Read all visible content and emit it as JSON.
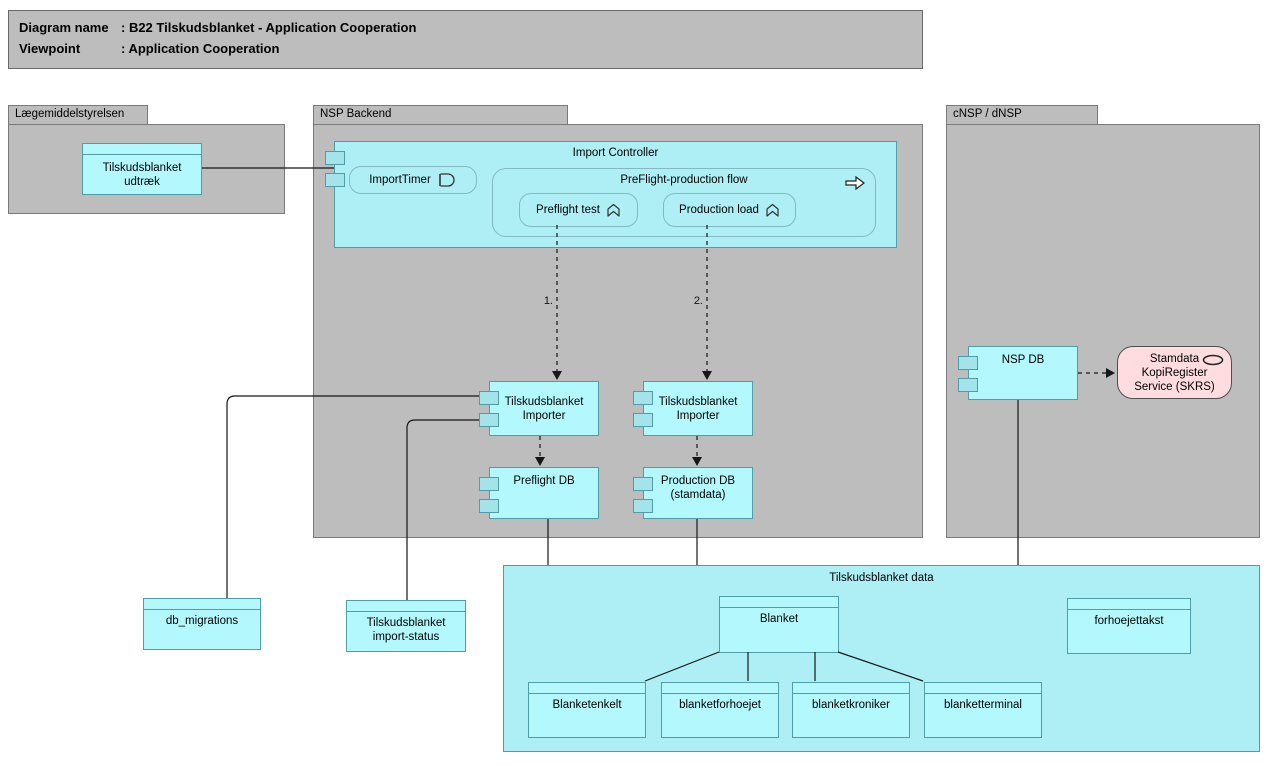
{
  "title_block": {
    "rows": [
      {
        "label": "Diagram name",
        "value": ": B22 Tilskudsblanket - Application Cooperation"
      },
      {
        "label": "Viewpoint",
        "value": ": Application Cooperation"
      }
    ]
  },
  "groups": {
    "laegemiddelstyrelsen": {
      "label": "Lægemiddelstyrelsen"
    },
    "nsp_backend": {
      "label": "NSP Backend"
    },
    "cnsp_dnsp": {
      "label": "cNSP / dNSP"
    }
  },
  "nodes": {
    "tilskudsblanket_udtraek": {
      "lines": [
        "Tilskudsblanket",
        "udtræk"
      ]
    },
    "import_controller": {
      "label": "Import Controller"
    },
    "import_timer": {
      "label": "ImportTimer"
    },
    "preflight_production_flow": {
      "label": "PreFlight-production flow"
    },
    "preflight_test": {
      "label": "Preflight test"
    },
    "production_load": {
      "label": "Production load"
    },
    "importer_preflight": {
      "lines": [
        "Tilskudsblanket",
        "Importer"
      ]
    },
    "importer_production": {
      "lines": [
        "Tilskudsblanket",
        "Importer"
      ]
    },
    "preflight_db": {
      "label": "Preflight DB"
    },
    "production_db": {
      "lines": [
        "Production DB",
        "(stamdata)"
      ]
    },
    "nsp_db": {
      "label": "NSP DB"
    },
    "skrs_service": {
      "lines": [
        "Stamdata",
        "KopiRegister",
        "Service (SKRS)"
      ]
    },
    "db_migrations": {
      "label": "db_migrations"
    },
    "import_status": {
      "lines": [
        "Tilskudsblanket",
        "import-status"
      ]
    },
    "tilskudsblanket_data": {
      "label": "Tilskudsblanket data"
    },
    "blanket": {
      "label": "Blanket"
    },
    "forhoejettakst": {
      "label": "forhoejettakst"
    },
    "blanketenkelt": {
      "label": "Blanketenkelt"
    },
    "blanketforhoejet": {
      "label": "blanketforhoejet"
    },
    "blanketkroniker": {
      "label": "blanketkroniker"
    },
    "blanketterminal": {
      "label": "blanketterminal"
    }
  },
  "connectors": {
    "flow_step_1": "1.",
    "flow_step_2": "2."
  },
  "colors": {
    "group_fill": "#bdbdbd",
    "group_border": "#7a7a7a",
    "component_fill": "#b3f8fc",
    "container_fill": "#adeff4",
    "component_border": "#4e9da8",
    "inner_rounded_border": "#84b9c1",
    "port_fill": "#a3e3e9",
    "service_fill": "#ffdcdf",
    "service_border": "#4d4d4d",
    "connector": "#161616",
    "background": "#ffffff"
  }
}
